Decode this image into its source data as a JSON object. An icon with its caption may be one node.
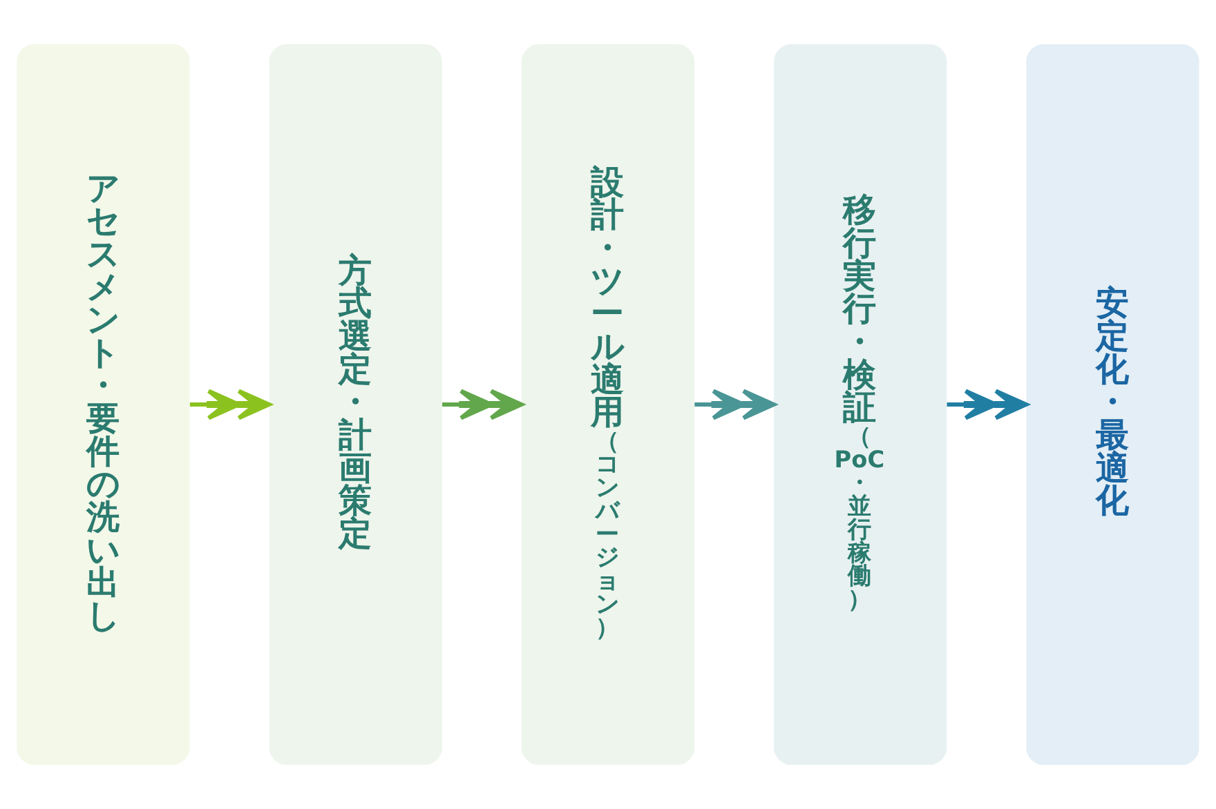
{
  "diagram": {
    "nodes": [
      {
        "text": [
          "アセスメント・要件の洗い出し"
        ]
      },
      {
        "text": [
          "方式選定・計画策定"
        ]
      },
      {
        "text": [
          "設計・ツール適用",
          "（コンバージョン）"
        ]
      },
      {
        "text": [
          "移行実行・検証",
          "（PoC・並行稼働）"
        ]
      },
      {
        "text": [
          "安定化・最適化"
        ]
      }
    ],
    "edges": [
      {
        "from": 0,
        "to": 1,
        "arrow": "to",
        "color": "#8cc21f"
      },
      {
        "from": 1,
        "to": 2,
        "arrow": "to",
        "color": "#62a74b"
      },
      {
        "from": 2,
        "to": 3,
        "arrow": "to",
        "color": "#4a9595"
      },
      {
        "from": 3,
        "to": 4,
        "arrow": "to",
        "color": "#217ea3"
      }
    ]
  }
}
